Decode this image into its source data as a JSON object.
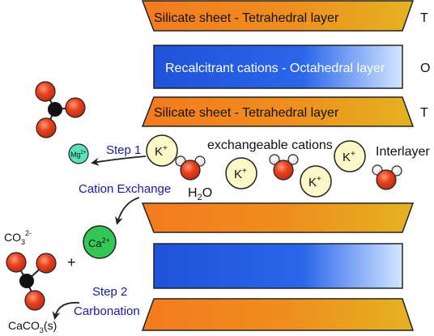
{
  "layers": {
    "top_t": "Silicate sheet - Tetrahedral layer",
    "top_o": "Recalcitrant cations - Octahedral layer",
    "top_t2": "Silicate sheet - Tetrahedral layer",
    "side_t": "T",
    "side_o": "O",
    "side_t2": "T"
  },
  "interlayer": {
    "exchangeable": "exchangeable cations",
    "interlayer": "Interlayer",
    "k_ion": "K",
    "k_charge": "+",
    "water": "H",
    "water_sub": "2",
    "water_o": "O"
  },
  "process": {
    "step1": "Step 1",
    "mg_ion": "Mg",
    "mg_charge": "2+",
    "cation_exchange": "Cation Exchange",
    "step2": "Step 2",
    "carbonation": "Carbonation",
    "carbonate": "CO",
    "carbonate_sub": "3",
    "carbonate_charge": "2-",
    "plus": "+",
    "ca_ion": "Ca",
    "ca_charge": "2+",
    "product": "CaCO",
    "product_sub": "3",
    "product_suffix": "(s)"
  },
  "colors": {
    "orange": "#f47a1f",
    "gold": "#e3b321",
    "blue": "#1f52d9",
    "light_blue": "#cfe3ff",
    "k_fill": "#fdf8c8",
    "mg_fill": "#5ee0b8",
    "ca_fill": "#34c758",
    "atom_red": "#e03a1b",
    "label_blue": "#1a1aa0"
  }
}
